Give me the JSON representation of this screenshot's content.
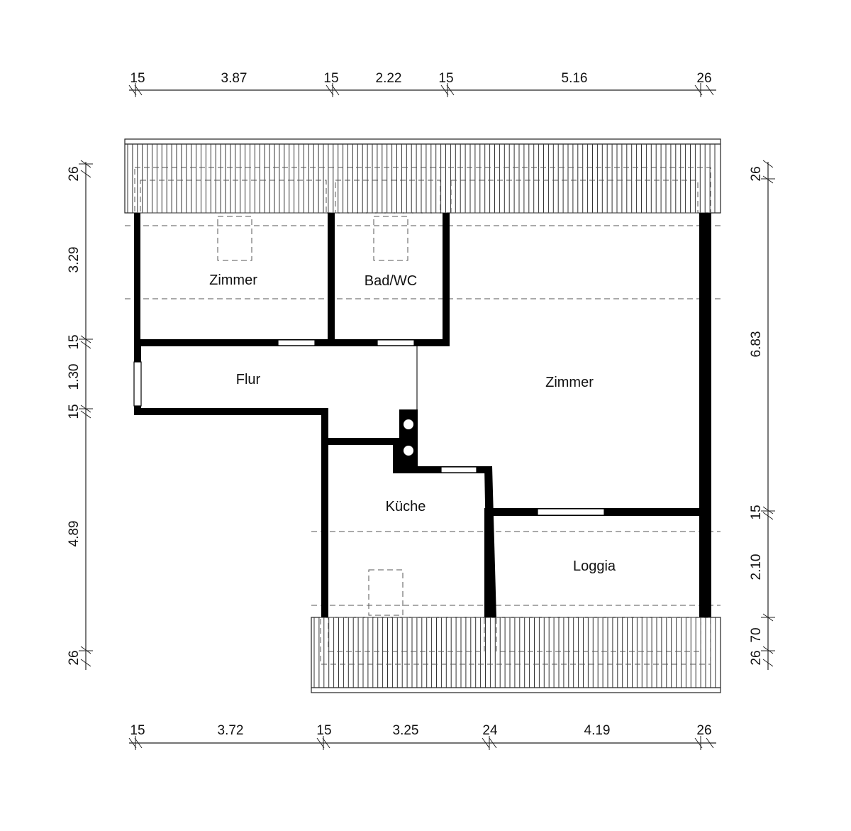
{
  "rooms": {
    "zimmer_left": "Zimmer",
    "bad_wc": "Bad/WC",
    "flur": "Flur",
    "zimmer_right": "Zimmer",
    "kueche": "Küche",
    "loggia": "Loggia"
  },
  "dims_top": [
    "15",
    "3.87",
    "15",
    "2.22",
    "15",
    "5.16",
    "26"
  ],
  "dims_bottom": [
    "15",
    "3.72",
    "15",
    "3.25",
    "24",
    "4.19",
    "26"
  ],
  "dims_left": [
    "26",
    "3.29",
    "15",
    "1.30",
    "15",
    "4.89",
    "26"
  ],
  "dims_right": [
    "26",
    "6.83",
    "15",
    "2.10",
    "70",
    "26"
  ]
}
